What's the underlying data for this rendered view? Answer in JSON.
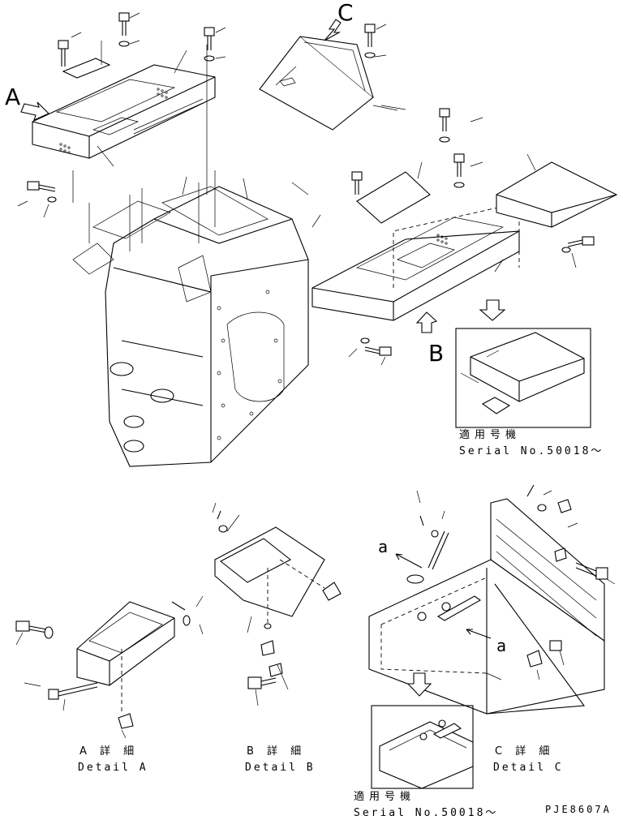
{
  "view_labels": {
    "a": "A",
    "b": "B",
    "c": "C",
    "arrow_a_left": "a",
    "arrow_a_right": "a"
  },
  "inset_top": {
    "jp": "適用号機",
    "serial": "Serial No.50018～"
  },
  "inset_bottom": {
    "jp": "適用号機",
    "serial": "Serial No.50018～"
  },
  "details": {
    "a": {
      "jp": "A 詳 細",
      "en": "Detail A"
    },
    "b": {
      "jp": "B 詳 細",
      "en": "Detail B"
    },
    "c": {
      "jp": "C 詳 細",
      "en": "Detail C"
    }
  },
  "drawing_code": "PJE8607A"
}
